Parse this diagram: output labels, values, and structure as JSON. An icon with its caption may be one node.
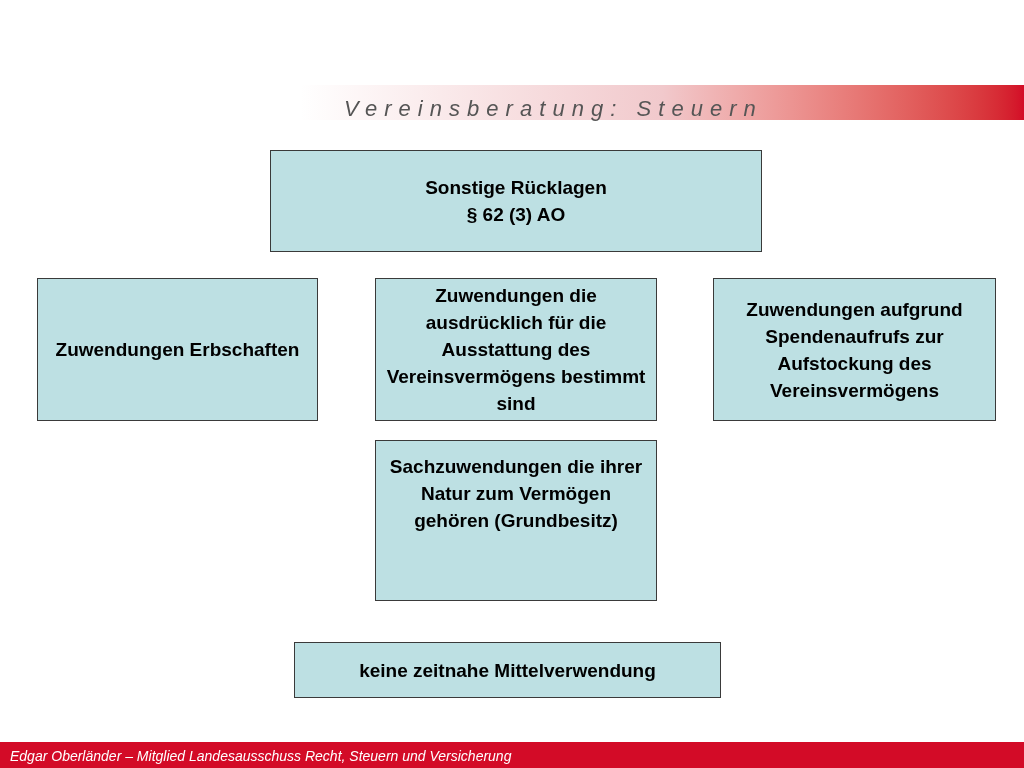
{
  "diagram": {
    "title": "Vereinsberatung: Steuern",
    "nodes": [
      {
        "text": [
          "Sonstige Rücklagen",
          "§ 62 (3) AO"
        ]
      },
      {
        "text": [
          "Zuwendungen Erbschaften"
        ]
      },
      {
        "text": [
          "Zuwendungen die ausdrücklich für die Ausstattung des Vereinsvermögens bestimmt sind"
        ]
      },
      {
        "text": [
          "Zuwendungen aufgrund Spendenaufrufs zur Aufstockung des Vereinsvermögens"
        ]
      },
      {
        "text": [
          "Sachzuwendungen die ihrer Natur zum Vermögen gehören (Grundbesitz)"
        ]
      },
      {
        "text": [
          "keine zeitnahe Mittelverwendung"
        ]
      }
    ],
    "edges": [],
    "labels": [
      "Edgar Oberländer – Mitglied Landesausschuss Recht, Steuern und Versicherung"
    ]
  }
}
